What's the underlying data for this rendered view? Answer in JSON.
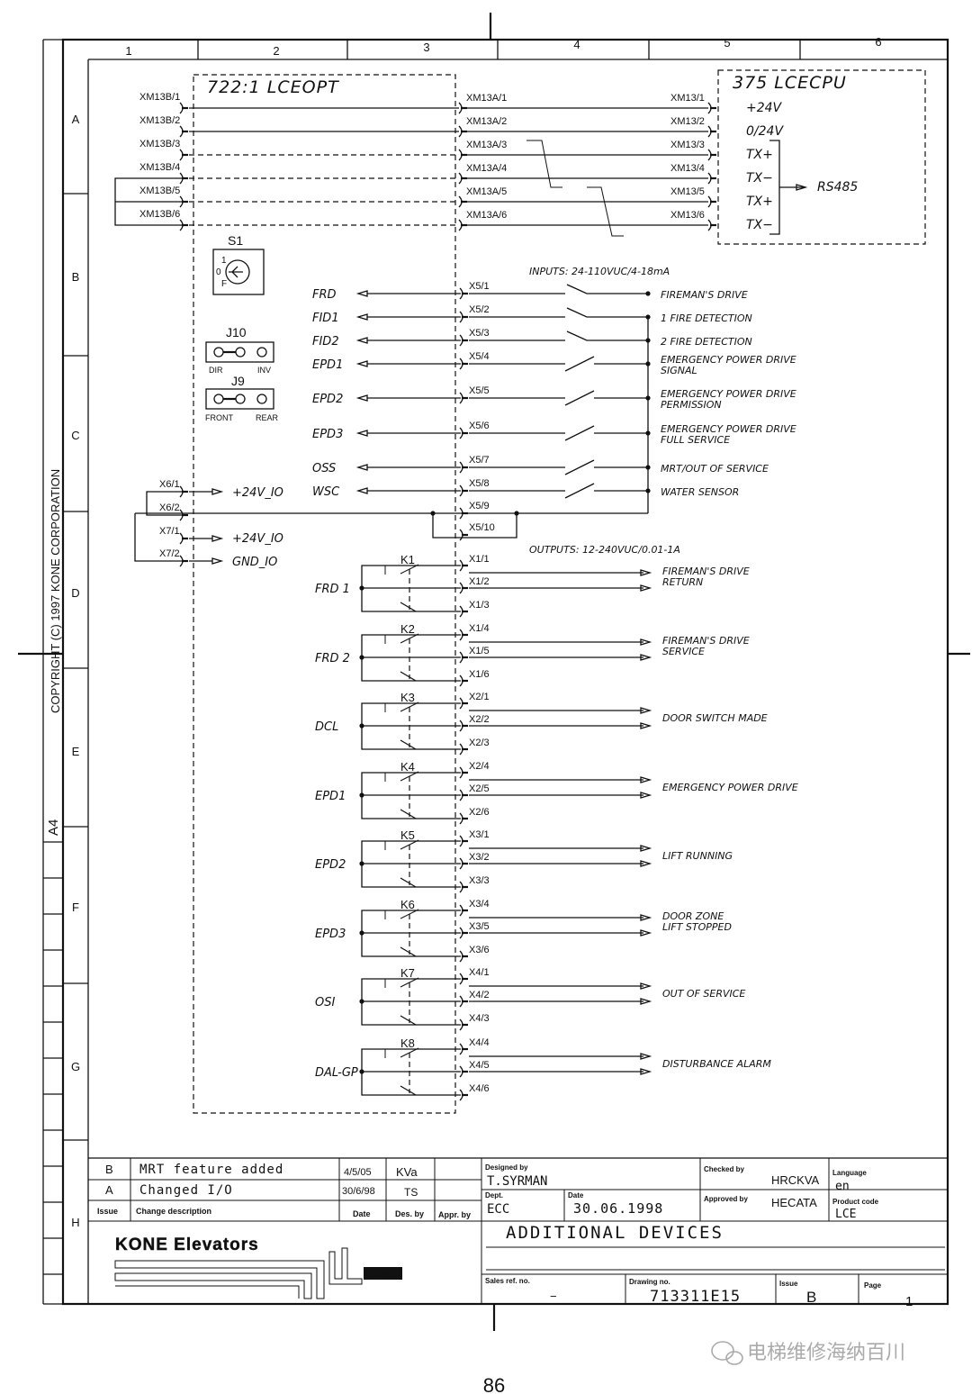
{
  "columns": [
    "1",
    "2",
    "3",
    "4",
    "5",
    "6"
  ],
  "rows": [
    "A",
    "B",
    "C",
    "D",
    "E",
    "F",
    "G",
    "H"
  ],
  "side": {
    "copyright": "COPYRIGHT (C) 1997 KONE CORPORATION",
    "paper": "A4"
  },
  "boards": {
    "left": "722:1 LCEOPT",
    "right": "375 LCECPU"
  },
  "xm13b": [
    "XM13B/1",
    "XM13B/2",
    "XM13B/3",
    "XM13B/4",
    "XM13B/5",
    "XM13B/6"
  ],
  "xm13a": [
    "XM13A/1",
    "XM13A/2",
    "XM13A/3",
    "XM13A/4",
    "XM13A/5",
    "XM13A/6"
  ],
  "xm13": [
    "XM13/1",
    "XM13/2",
    "XM13/3",
    "XM13/4",
    "XM13/5",
    "XM13/6"
  ],
  "cpu_signals": [
    "+24V",
    "0/24V",
    "TX+",
    "TX−",
    "TX+",
    "TX−"
  ],
  "rs485": "RS485",
  "s1": {
    "label": "S1",
    "pos1": "1",
    "pos0": "0",
    "posf": "F"
  },
  "j10": {
    "label": "J10",
    "left": "DIR",
    "right": "INV"
  },
  "j9": {
    "label": "J9",
    "left": "FRONT",
    "right": "REAR"
  },
  "inputs_header": "INPUTS: 24-110VUC/4-18mA",
  "inputs": [
    {
      "sig": "FRD",
      "term": "X5/1",
      "desc": [
        "FIREMAN'S DRIVE"
      ]
    },
    {
      "sig": "FID1",
      "term": "X5/2",
      "desc": [
        "1 FIRE DETECTION"
      ]
    },
    {
      "sig": "FID2",
      "term": "X5/3",
      "desc": [
        "2 FIRE DETECTION"
      ]
    },
    {
      "sig": "EPD1",
      "term": "X5/4",
      "desc": [
        "EMERGENCY POWER DRIVE",
        "SIGNAL"
      ]
    },
    {
      "sig": "EPD2",
      "term": "X5/5",
      "desc": [
        "EMERGENCY POWER DRIVE",
        "PERMISSION"
      ]
    },
    {
      "sig": "EPD3",
      "term": "X5/6",
      "desc": [
        "EMERGENCY POWER DRIVE",
        "FULL SERVICE"
      ]
    },
    {
      "sig": "OSS",
      "term": "X5/7",
      "desc": [
        "MRT/OUT OF SERVICE"
      ]
    },
    {
      "sig": "WSC",
      "term": "X5/8",
      "desc": [
        "WATER SENSOR"
      ]
    }
  ],
  "x5_extra": [
    "X5/9",
    "X5/10"
  ],
  "power": {
    "x61": "X6/1",
    "x62": "X6/2",
    "x71": "X7/1",
    "x72": "X7/2",
    "v24a": "+24V_IO",
    "v24b": "+24V_IO",
    "gnd": "GND_IO"
  },
  "outputs_header": "OUTPUTS: 12-240VUC/0.01-1A",
  "relays": [
    {
      "k": "K1",
      "sig": "FRD 1",
      "terms": [
        "X1/1",
        "X1/2",
        "X1/3"
      ],
      "desc": [
        "FIREMAN'S DRIVE",
        "RETURN"
      ]
    },
    {
      "k": "K2",
      "sig": "FRD 2",
      "terms": [
        "X1/4",
        "X1/5",
        "X1/6"
      ],
      "desc": [
        "FIREMAN'S DRIVE",
        "SERVICE"
      ]
    },
    {
      "k": "K3",
      "sig": "DCL",
      "terms": [
        "X2/1",
        "X2/2",
        "X2/3"
      ],
      "desc": [
        "DOOR SWITCH MADE"
      ]
    },
    {
      "k": "K4",
      "sig": "EPD1",
      "terms": [
        "X2/4",
        "X2/5",
        "X2/6"
      ],
      "desc": [
        "EMERGENCY POWER DRIVE"
      ]
    },
    {
      "k": "K5",
      "sig": "EPD2",
      "terms": [
        "X3/1",
        "X3/2",
        "X3/3"
      ],
      "desc": [
        "LIFT RUNNING"
      ]
    },
    {
      "k": "K6",
      "sig": "EPD3",
      "terms": [
        "X3/4",
        "X3/5",
        "X3/6"
      ],
      "desc": [
        "DOOR ZONE",
        "LIFT STOPPED"
      ]
    },
    {
      "k": "K7",
      "sig": "OSI",
      "terms": [
        "X4/1",
        "X4/2",
        "X4/3"
      ],
      "desc": [
        "OUT OF SERVICE"
      ]
    },
    {
      "k": "K8",
      "sig": "DAL-GP",
      "terms": [
        "X4/4",
        "X4/5",
        "X4/6"
      ],
      "desc": [
        "DISTURBANCE ALARM"
      ]
    }
  ],
  "revisions": [
    {
      "issue": "B",
      "desc": "MRT feature added",
      "date": "4/5/05",
      "by": "KVa"
    },
    {
      "issue": "A",
      "desc": "Changed I/O",
      "date": "30/6/98",
      "by": "TS"
    }
  ],
  "rev_headers": {
    "issue": "Issue",
    "desc": "Change description",
    "date": "Date",
    "des": "Des. by",
    "appr": "Appr. by"
  },
  "title_block": {
    "designed_label": "Designed by",
    "designed": "T.SYRMAN",
    "checked_label": "Checked by",
    "checked": "HRCKVA",
    "language_label": "Language",
    "language": "en",
    "dept_label": "Dept.",
    "dept": "ECC",
    "date_label": "Date",
    "date": "30.06.1998",
    "approved_label": "Approved by",
    "approved": "HECATA",
    "product_label": "Product code",
    "product": "LCE",
    "title": "ADDITIONAL DEVICES",
    "company": "KONE Elevators",
    "logo": "KONE",
    "sales_label": "Sales ref. no.",
    "sales": "−",
    "drawing_label": "Drawing no.",
    "drawing": "713311E15",
    "issue_label": "Issue",
    "issue": "B",
    "page_label": "Page",
    "page": "1"
  },
  "watermark": "电梯维修海纳百川",
  "page_number": "86"
}
